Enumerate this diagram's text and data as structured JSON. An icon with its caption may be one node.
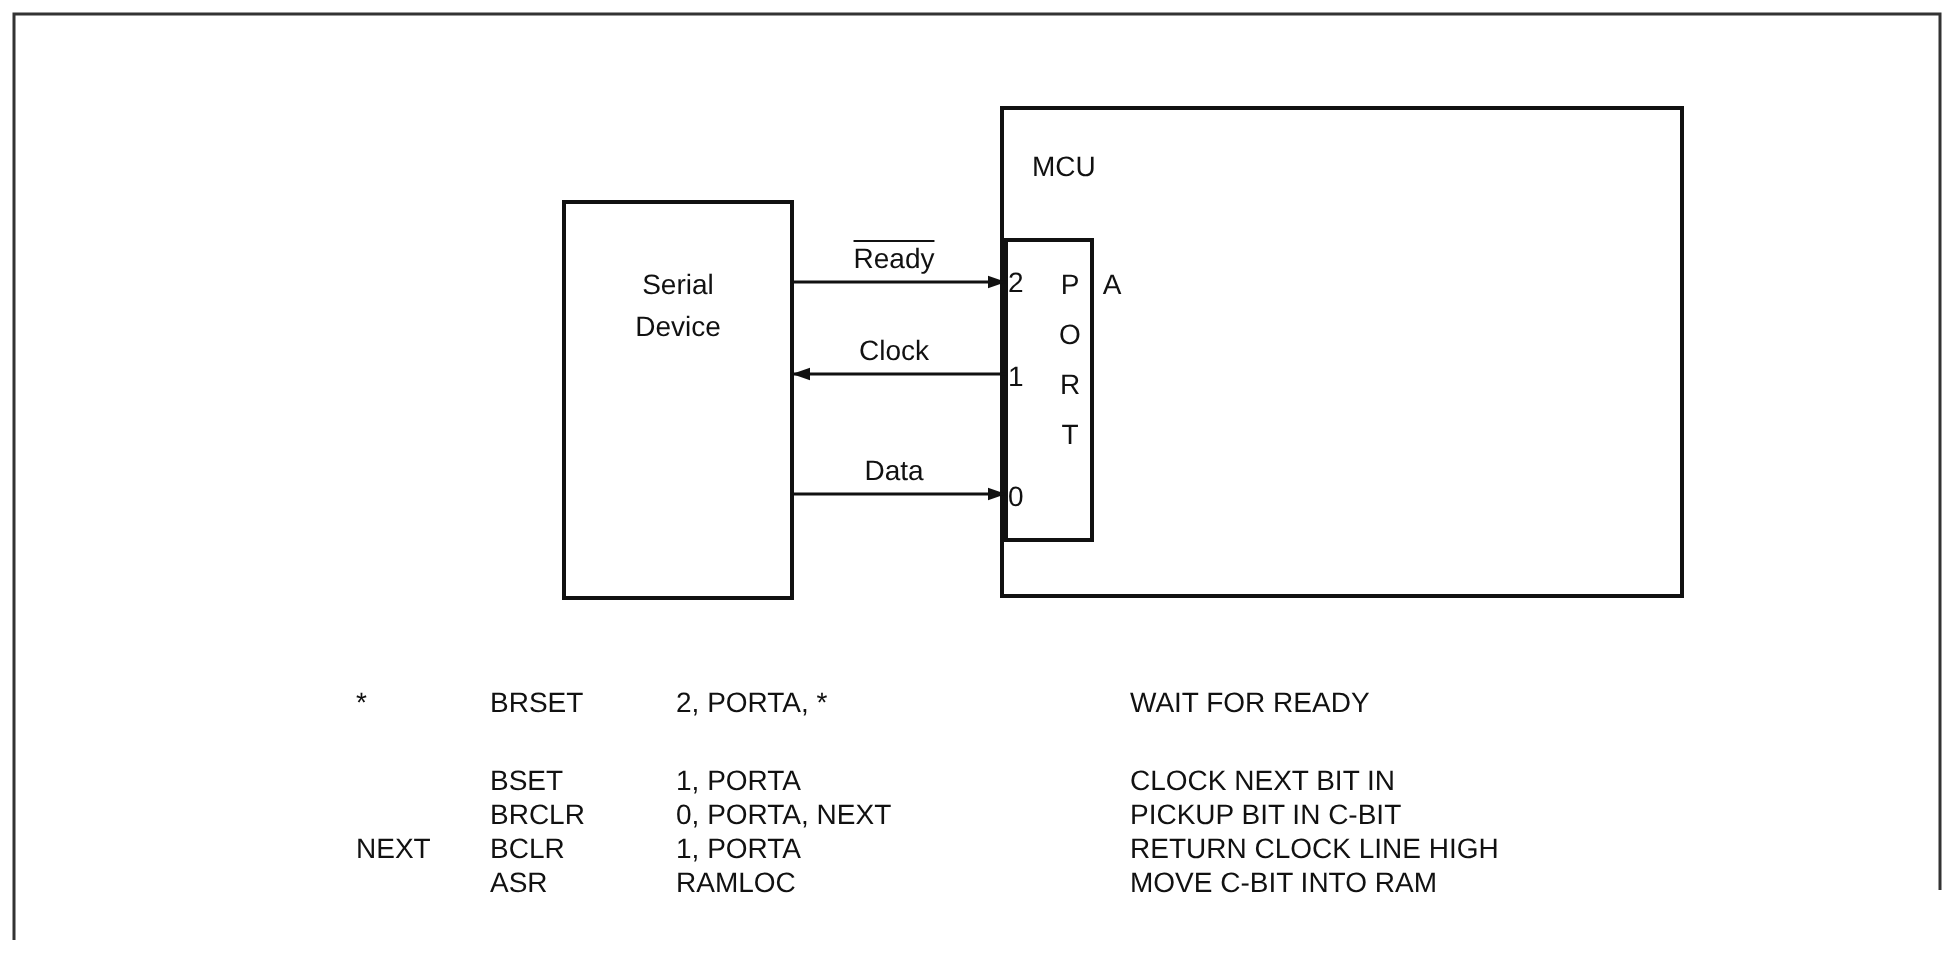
{
  "diagram": {
    "nodes": [
      {
        "text": [
          "Serial Device"
        ]
      },
      {
        "text": [
          "MCU"
        ]
      },
      {
        "text": [
          "PORT A"
        ],
        "in": 1
      }
    ],
    "edges": [
      {
        "from": 0,
        "to": 2,
        "arrow": "to",
        "label": "Ready"
      },
      {
        "from": 2,
        "to": 0,
        "arrow": "to",
        "label": "Clock"
      },
      {
        "from": 0,
        "to": 2,
        "arrow": "to",
        "label": "Data"
      }
    ],
    "labels": [
      "2",
      "1",
      "0",
      "*",
      "BRSET",
      "2, PORTA, *",
      "WAIT FOR READY",
      "BSET",
      "1, PORTA",
      "CLOCK NEXT BIT IN",
      "BRCLR",
      "0, PORTA, NEXT",
      "PICKUP BIT IN C-BIT",
      "NEXT",
      "BCLR",
      "1, PORTA",
      "RETURN CLOCK LINE HIGH",
      "ASR",
      "RAMLOC",
      "MOVE C-BIT INTO RAM"
    ]
  }
}
